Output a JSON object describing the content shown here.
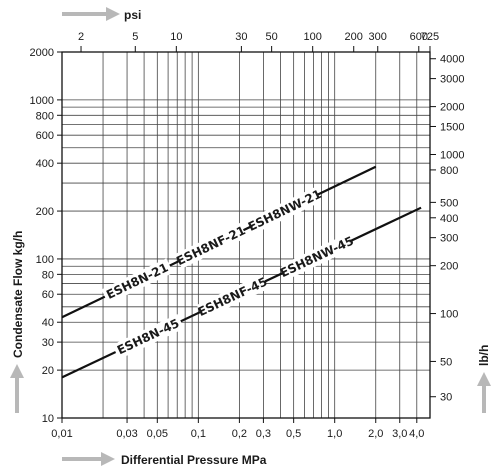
{
  "chart_data": {
    "type": "line",
    "scale": "log-log",
    "grid": true,
    "xlabel": "Differential Pressure MPa",
    "ylabel": "Condensate Flow kg/h",
    "top_axis_label": "psi",
    "right_axis_label": "lb/h",
    "xlim": [
      0.01,
      5
    ],
    "ylim": [
      10,
      2000
    ],
    "x_ticks": [
      {
        "v": 0.01,
        "t": "0,01"
      },
      {
        "v": 0.03,
        "t": "0,03"
      },
      {
        "v": 0.05,
        "t": "0,05"
      },
      {
        "v": 0.1,
        "t": "0,1"
      },
      {
        "v": 0.2,
        "t": "0,2"
      },
      {
        "v": 0.3,
        "t": "0,3"
      },
      {
        "v": 0.5,
        "t": "0,5"
      },
      {
        "v": 1,
        "t": "1,0"
      },
      {
        "v": 2,
        "t": "2,0"
      },
      {
        "v": 3,
        "t": "3,0"
      },
      {
        "v": 4,
        "t": "4,0"
      }
    ],
    "y_ticks": [
      {
        "v": 10,
        "t": "10"
      },
      {
        "v": 20,
        "t": "20"
      },
      {
        "v": 30,
        "t": "30"
      },
      {
        "v": 40,
        "t": "40"
      },
      {
        "v": 60,
        "t": "60"
      },
      {
        "v": 80,
        "t": "80"
      },
      {
        "v": 100,
        "t": "100"
      },
      {
        "v": 200,
        "t": "200"
      },
      {
        "v": 400,
        "t": "400"
      },
      {
        "v": 600,
        "t": "600"
      },
      {
        "v": 800,
        "t": "800"
      },
      {
        "v": 1000,
        "t": "1000"
      },
      {
        "v": 2000,
        "t": "2000"
      }
    ],
    "top_ticks": [
      {
        "v": 2,
        "t": "2"
      },
      {
        "v": 5,
        "t": "5"
      },
      {
        "v": 10,
        "t": "10"
      },
      {
        "v": 30,
        "t": "30"
      },
      {
        "v": 50,
        "t": "50"
      },
      {
        "v": 100,
        "t": "100"
      },
      {
        "v": 200,
        "t": "200"
      },
      {
        "v": 300,
        "t": "300"
      },
      {
        "v": 600,
        "t": "600"
      },
      {
        "v": 725,
        "t": "725"
      }
    ],
    "right_ticks": [
      {
        "v": 30,
        "t": "30"
      },
      {
        "v": 50,
        "t": "50"
      },
      {
        "v": 100,
        "t": "100"
      },
      {
        "v": 200,
        "t": "200"
      },
      {
        "v": 300,
        "t": "300"
      },
      {
        "v": 400,
        "t": "400"
      },
      {
        "v": 500,
        "t": "500"
      },
      {
        "v": 800,
        "t": "800"
      },
      {
        "v": 1000,
        "t": "1000"
      },
      {
        "v": 1500,
        "t": "1500"
      },
      {
        "v": 2000,
        "t": "2000"
      },
      {
        "v": 3000,
        "t": "3000"
      },
      {
        "v": 4000,
        "t": "4000"
      }
    ],
    "series": [
      {
        "labels": [
          "ESH8N-21",
          "ESH8NF-21",
          "ESH8NW-21"
        ],
        "points": [
          [
            0.01,
            43
          ],
          [
            2.0,
            380
          ]
        ]
      },
      {
        "labels": [
          "ESH8N-45",
          "ESH8NF-45",
          "ESH8NW-45"
        ],
        "points": [
          [
            0.01,
            18
          ],
          [
            4.3,
            210
          ]
        ]
      }
    ]
  }
}
